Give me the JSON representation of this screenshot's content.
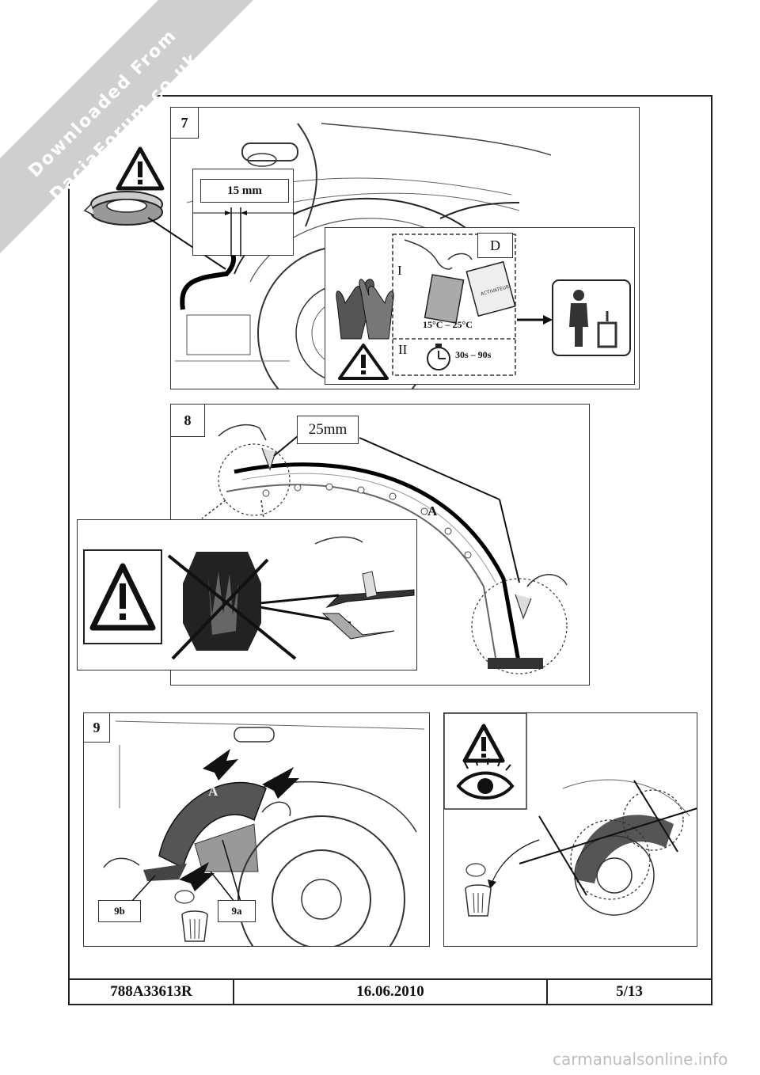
{
  "watermark": {
    "line1": "Downloaded From",
    "line2": "DaciaForum.co.uk"
  },
  "step7": {
    "number": "7",
    "gap_label": "15 mm",
    "letter_d": "D",
    "roman_1": "I",
    "roman_2": "II",
    "temperature": "15°C – 25°C",
    "time": "30s – 90s",
    "wipe_text": "ACTIVATEUR"
  },
  "step8": {
    "number": "8",
    "length_label": "25mm",
    "part_label": "A"
  },
  "step9": {
    "number": "9",
    "part_label": "A",
    "label_9a": "9a",
    "label_9b": "9b"
  },
  "footer": {
    "reference": "788A33613R",
    "date": "16.06.2010",
    "page": "5/13"
  },
  "site_watermark": "carmanualsonline.info"
}
